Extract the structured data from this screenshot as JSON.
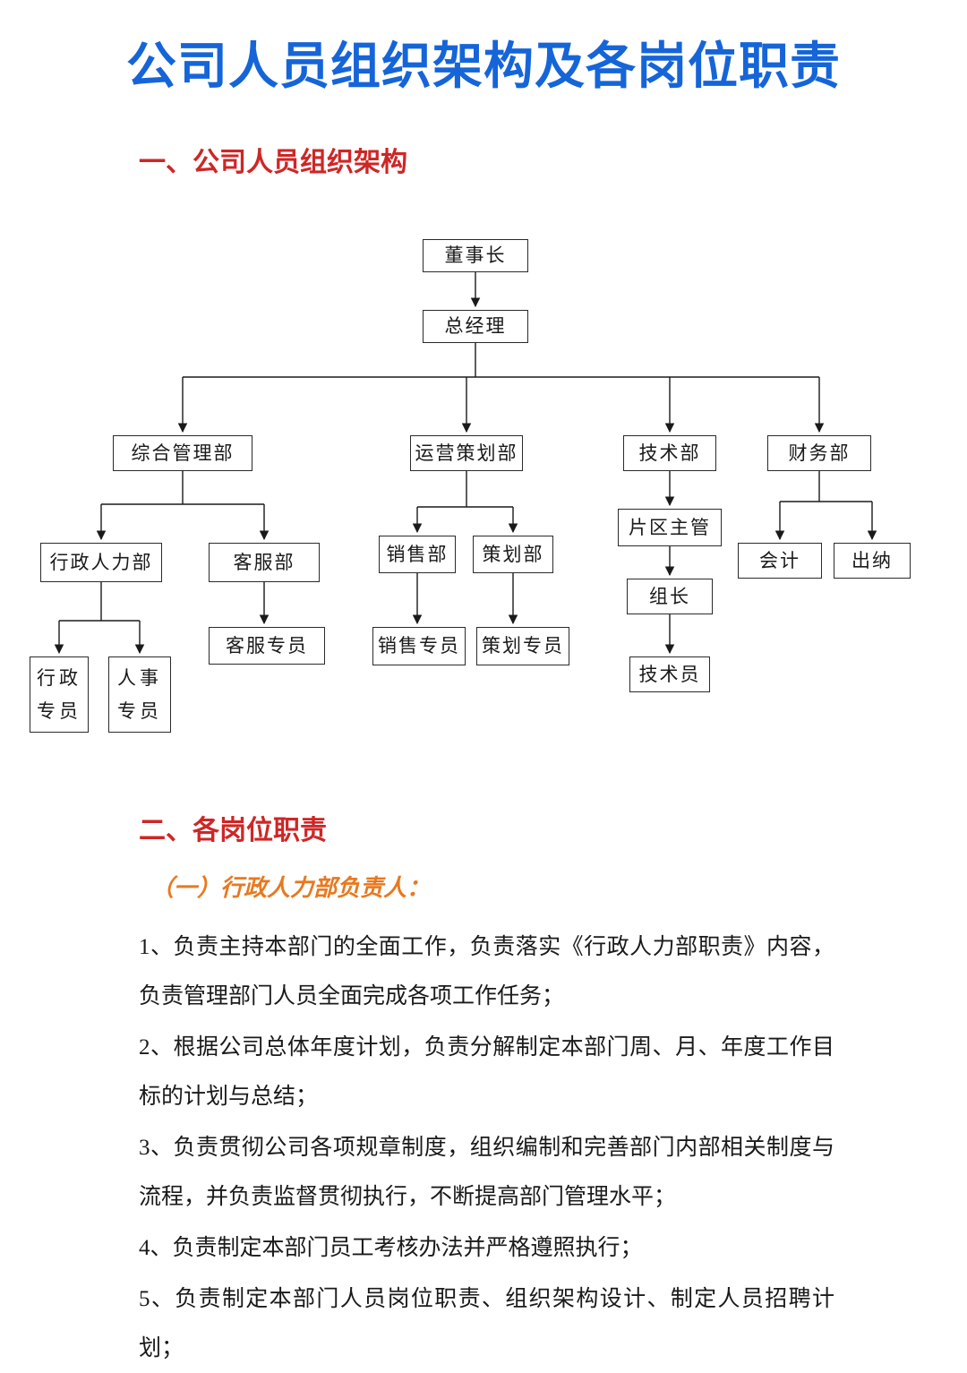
{
  "page": {
    "title": "公司人员组织架构及各岗位职责"
  },
  "colors": {
    "title_blue": "#1565d9",
    "heading_red": "#cf2626",
    "subheading_orange": "#e8791f"
  },
  "sections": {
    "section1_heading": "一、公司人员组织架构",
    "section2_heading": "二、各岗位职责",
    "subsection_heading": "（一）行政人力部负责人："
  },
  "org_chart": {
    "nodes": {
      "chairman": "董事长",
      "general_manager": "总经理",
      "admin_dept": "综合管理部",
      "operations_dept": "运营策划部",
      "tech_dept": "技术部",
      "finance_dept": "财务部",
      "hr_admin_dept": "行政人力部",
      "customer_service_dept": "客服部",
      "admin_specialist": "行政专员",
      "hr_specialist": "人事专员",
      "customer_service_specialist": "客服专员",
      "sales_dept": "销售部",
      "planning_dept": "策划部",
      "sales_specialist": "销售专员",
      "planning_specialist": "策划专员",
      "area_supervisor": "片区主管",
      "team_leader": "组长",
      "technician": "技术员",
      "accountant": "会计",
      "cashier": "出纳"
    }
  },
  "responsibilities": {
    "items": [
      "1、负责主持本部门的全面工作，负责落实《行政人力部职责》内容，负责管理部门人员全面完成各项工作任务；",
      "2、根据公司总体年度计划，负责分解制定本部门周、月、年度工作目标的计划与总结；",
      "3、负责贯彻公司各项规章制度，组织编制和完善部门内部相关制度与流程，并负责监督贯彻执行，不断提高部门管理水平；",
      "4、负责制定本部门员工考核办法并严格遵照执行；",
      "5、负责制定本部门人员岗位职责、组织架构设计、制定人员招聘计划；"
    ]
  }
}
